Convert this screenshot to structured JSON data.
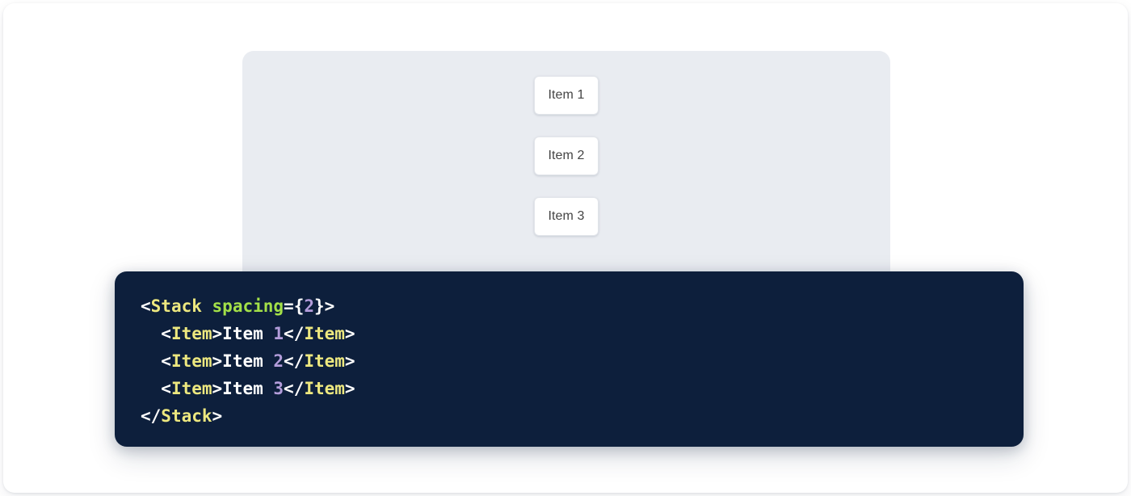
{
  "preview": {
    "panel_name": "stack-preview-panel",
    "background_color": "#e9ecf1",
    "items": [
      {
        "label": "Item 1"
      },
      {
        "label": "Item 2"
      },
      {
        "label": "Item 3"
      }
    ]
  },
  "code": {
    "language": "jsx",
    "background_color": "#0d1f3c",
    "colors": {
      "tag": "#ede87f",
      "attribute": "#a3e048",
      "number": "#b39ddb",
      "punctuation": "#ffffff",
      "text": "#ffffff"
    },
    "lines": [
      {
        "tokens": [
          {
            "t": "<",
            "k": "punct"
          },
          {
            "t": "Stack",
            "k": "tag"
          },
          {
            "t": " ",
            "k": "punct"
          },
          {
            "t": "spacing",
            "k": "attr"
          },
          {
            "t": "={",
            "k": "punct"
          },
          {
            "t": "2",
            "k": "num"
          },
          {
            "t": "}>",
            "k": "punct"
          }
        ]
      },
      {
        "tokens": [
          {
            "t": "  <",
            "k": "punct"
          },
          {
            "t": "Item",
            "k": "tag"
          },
          {
            "t": ">",
            "k": "punct"
          },
          {
            "t": "Item ",
            "k": "text"
          },
          {
            "t": "1",
            "k": "num"
          },
          {
            "t": "</",
            "k": "punct"
          },
          {
            "t": "Item",
            "k": "tag"
          },
          {
            "t": ">",
            "k": "punct"
          }
        ]
      },
      {
        "tokens": [
          {
            "t": "  <",
            "k": "punct"
          },
          {
            "t": "Item",
            "k": "tag"
          },
          {
            "t": ">",
            "k": "punct"
          },
          {
            "t": "Item ",
            "k": "text"
          },
          {
            "t": "2",
            "k": "num"
          },
          {
            "t": "</",
            "k": "punct"
          },
          {
            "t": "Item",
            "k": "tag"
          },
          {
            "t": ">",
            "k": "punct"
          }
        ]
      },
      {
        "tokens": [
          {
            "t": "  <",
            "k": "punct"
          },
          {
            "t": "Item",
            "k": "tag"
          },
          {
            "t": ">",
            "k": "punct"
          },
          {
            "t": "Item ",
            "k": "text"
          },
          {
            "t": "3",
            "k": "num"
          },
          {
            "t": "</",
            "k": "punct"
          },
          {
            "t": "Item",
            "k": "tag"
          },
          {
            "t": ">",
            "k": "punct"
          }
        ]
      },
      {
        "tokens": [
          {
            "t": "</",
            "k": "punct"
          },
          {
            "t": "Stack",
            "k": "tag"
          },
          {
            "t": ">",
            "k": "punct"
          }
        ]
      }
    ]
  }
}
